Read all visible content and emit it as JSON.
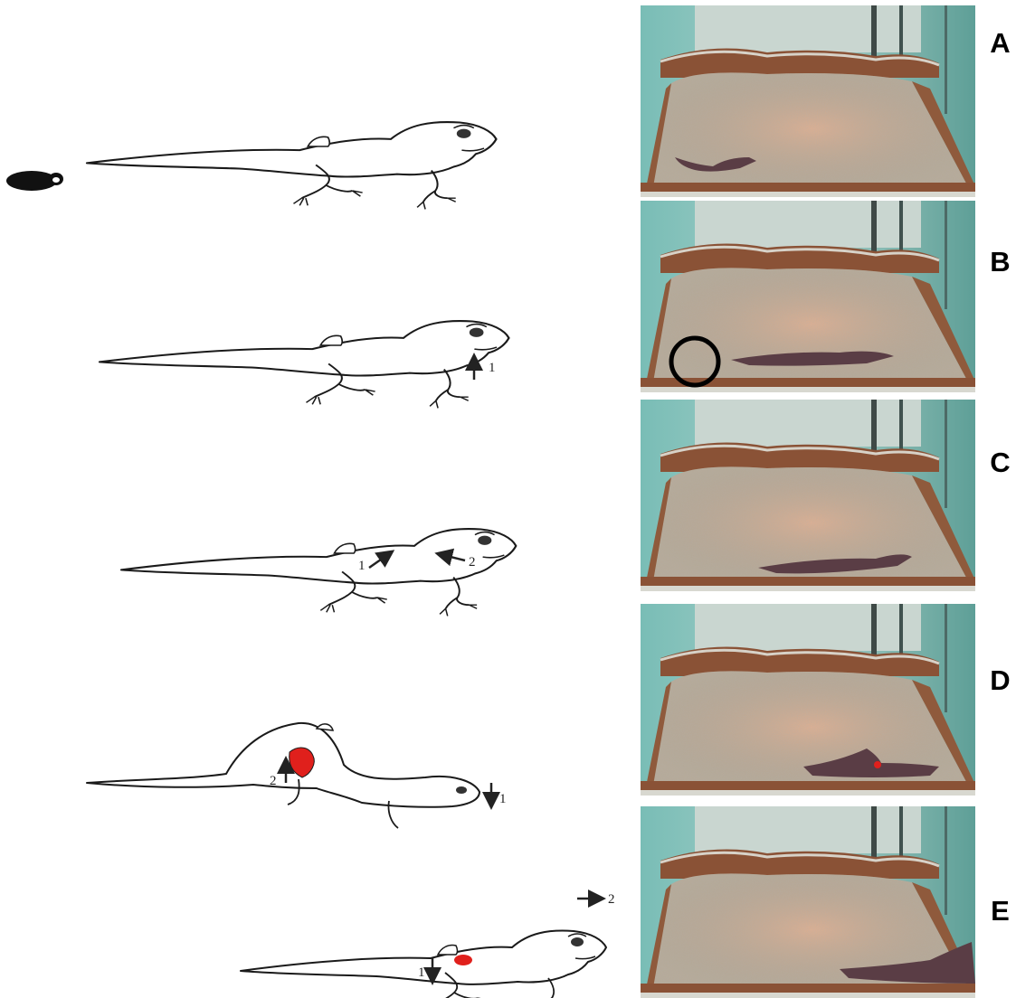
{
  "panels": [
    {
      "letter": "A",
      "annotations": []
    },
    {
      "letter": "B",
      "annotations": [
        "1"
      ]
    },
    {
      "letter": "C",
      "annotations": [
        "1",
        "2"
      ]
    },
    {
      "letter": "D",
      "annotations": [
        "1",
        "2"
      ]
    },
    {
      "letter": "E",
      "annotations": [
        "1",
        "2"
      ]
    }
  ],
  "colors": {
    "outline": "#1a1a1a",
    "lizard_fill": "#ffffff",
    "lesion": "#e0201c",
    "egg": "#111111",
    "marker_circle": "#000000",
    "frame_dark": "#7a4a30",
    "frame_teal": "#5fa8a0",
    "sand": "#b9ab98",
    "sand_warm": "#d8b89a"
  }
}
